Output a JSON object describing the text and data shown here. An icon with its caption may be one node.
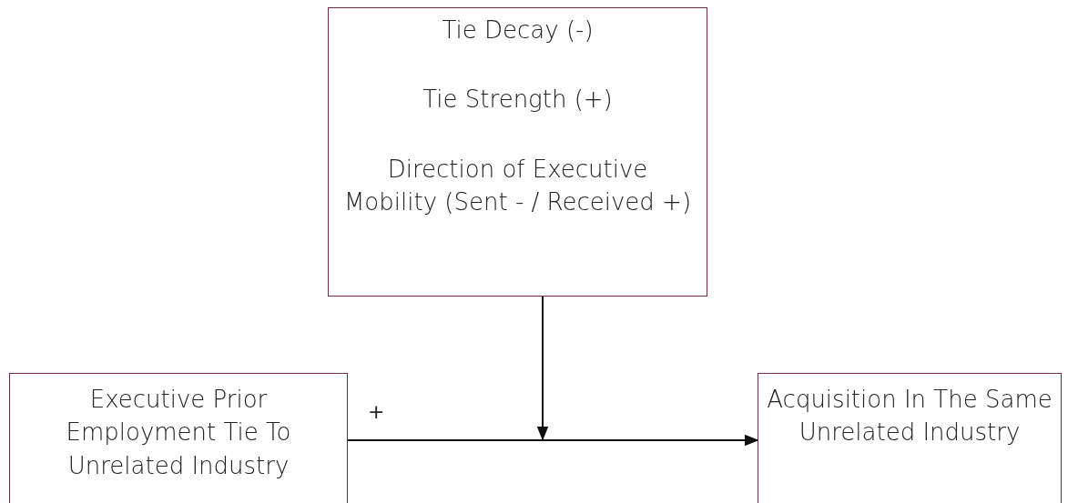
{
  "diagram": {
    "nodes": [
      {
        "text": [
          "Tie Decay (-)",
          "Tie Strength (+)",
          "Direction of Executive Mobility (Sent - / Received +)"
        ]
      },
      {
        "text": [
          "Executive Prior Employment Tie To Unrelated Industry"
        ]
      },
      {
        "text": [
          "Acquisition In The Same Unrelated Industry"
        ]
      }
    ],
    "edges": [
      {
        "from": 1,
        "to": 2,
        "arrow": "to",
        "label": "+"
      },
      {
        "from": 0,
        "to": null,
        "arrow": "to"
      }
    ]
  }
}
